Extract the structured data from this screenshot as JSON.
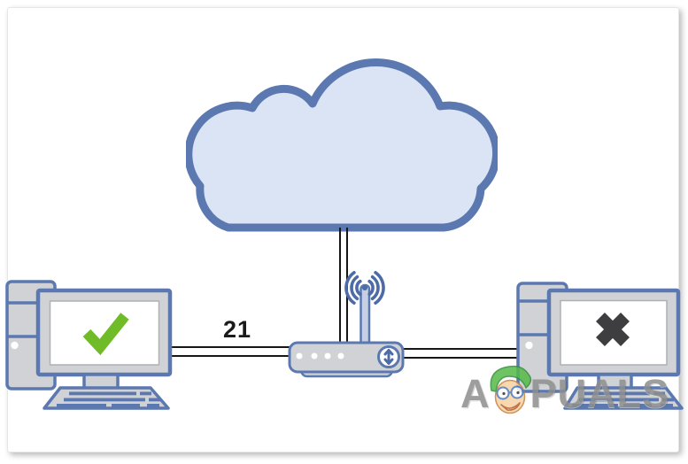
{
  "diagram": {
    "port_label": "21",
    "nodes": [
      {
        "id": "internet",
        "icon": "cloud-icon"
      },
      {
        "id": "router",
        "icon": "wireless-router-icon",
        "sub_icons": [
          "wifi-waves-icon",
          "led-lights",
          "transfer-arrow-icon"
        ]
      },
      {
        "id": "pc-allowed",
        "icon": "desktop-computer-icon",
        "status_icon": "check-icon",
        "status_color": "#6fbc28"
      },
      {
        "id": "pc-blocked",
        "icon": "desktop-computer-icon",
        "status_icon": "cross-icon",
        "status_color": "#3e3e40"
      }
    ],
    "edges": [
      {
        "from": "pc-allowed",
        "to": "router",
        "label": "21",
        "style": "double-line"
      },
      {
        "from": "router",
        "to": "internet",
        "label": "",
        "style": "double-line"
      },
      {
        "from": "router",
        "to": "pc-blocked",
        "label": "",
        "style": "double-line"
      }
    ]
  },
  "watermark": {
    "prefix": "A",
    "suffix": "PUALS",
    "full_text": "APPUALS"
  },
  "colors": {
    "cloud_fill": "#dae4f5",
    "blue_border": "#5b79b0",
    "device_gray": "#d1d2d5",
    "screen_white": "#ffffff",
    "check_green": "#6fbc28",
    "cross_dark": "#3e3e40",
    "cable_black": "#161616",
    "wifi_blue": "#4d6ba6",
    "antenna_fill": "#c6d0e2",
    "watermark_gray": "#8e8e8e"
  }
}
